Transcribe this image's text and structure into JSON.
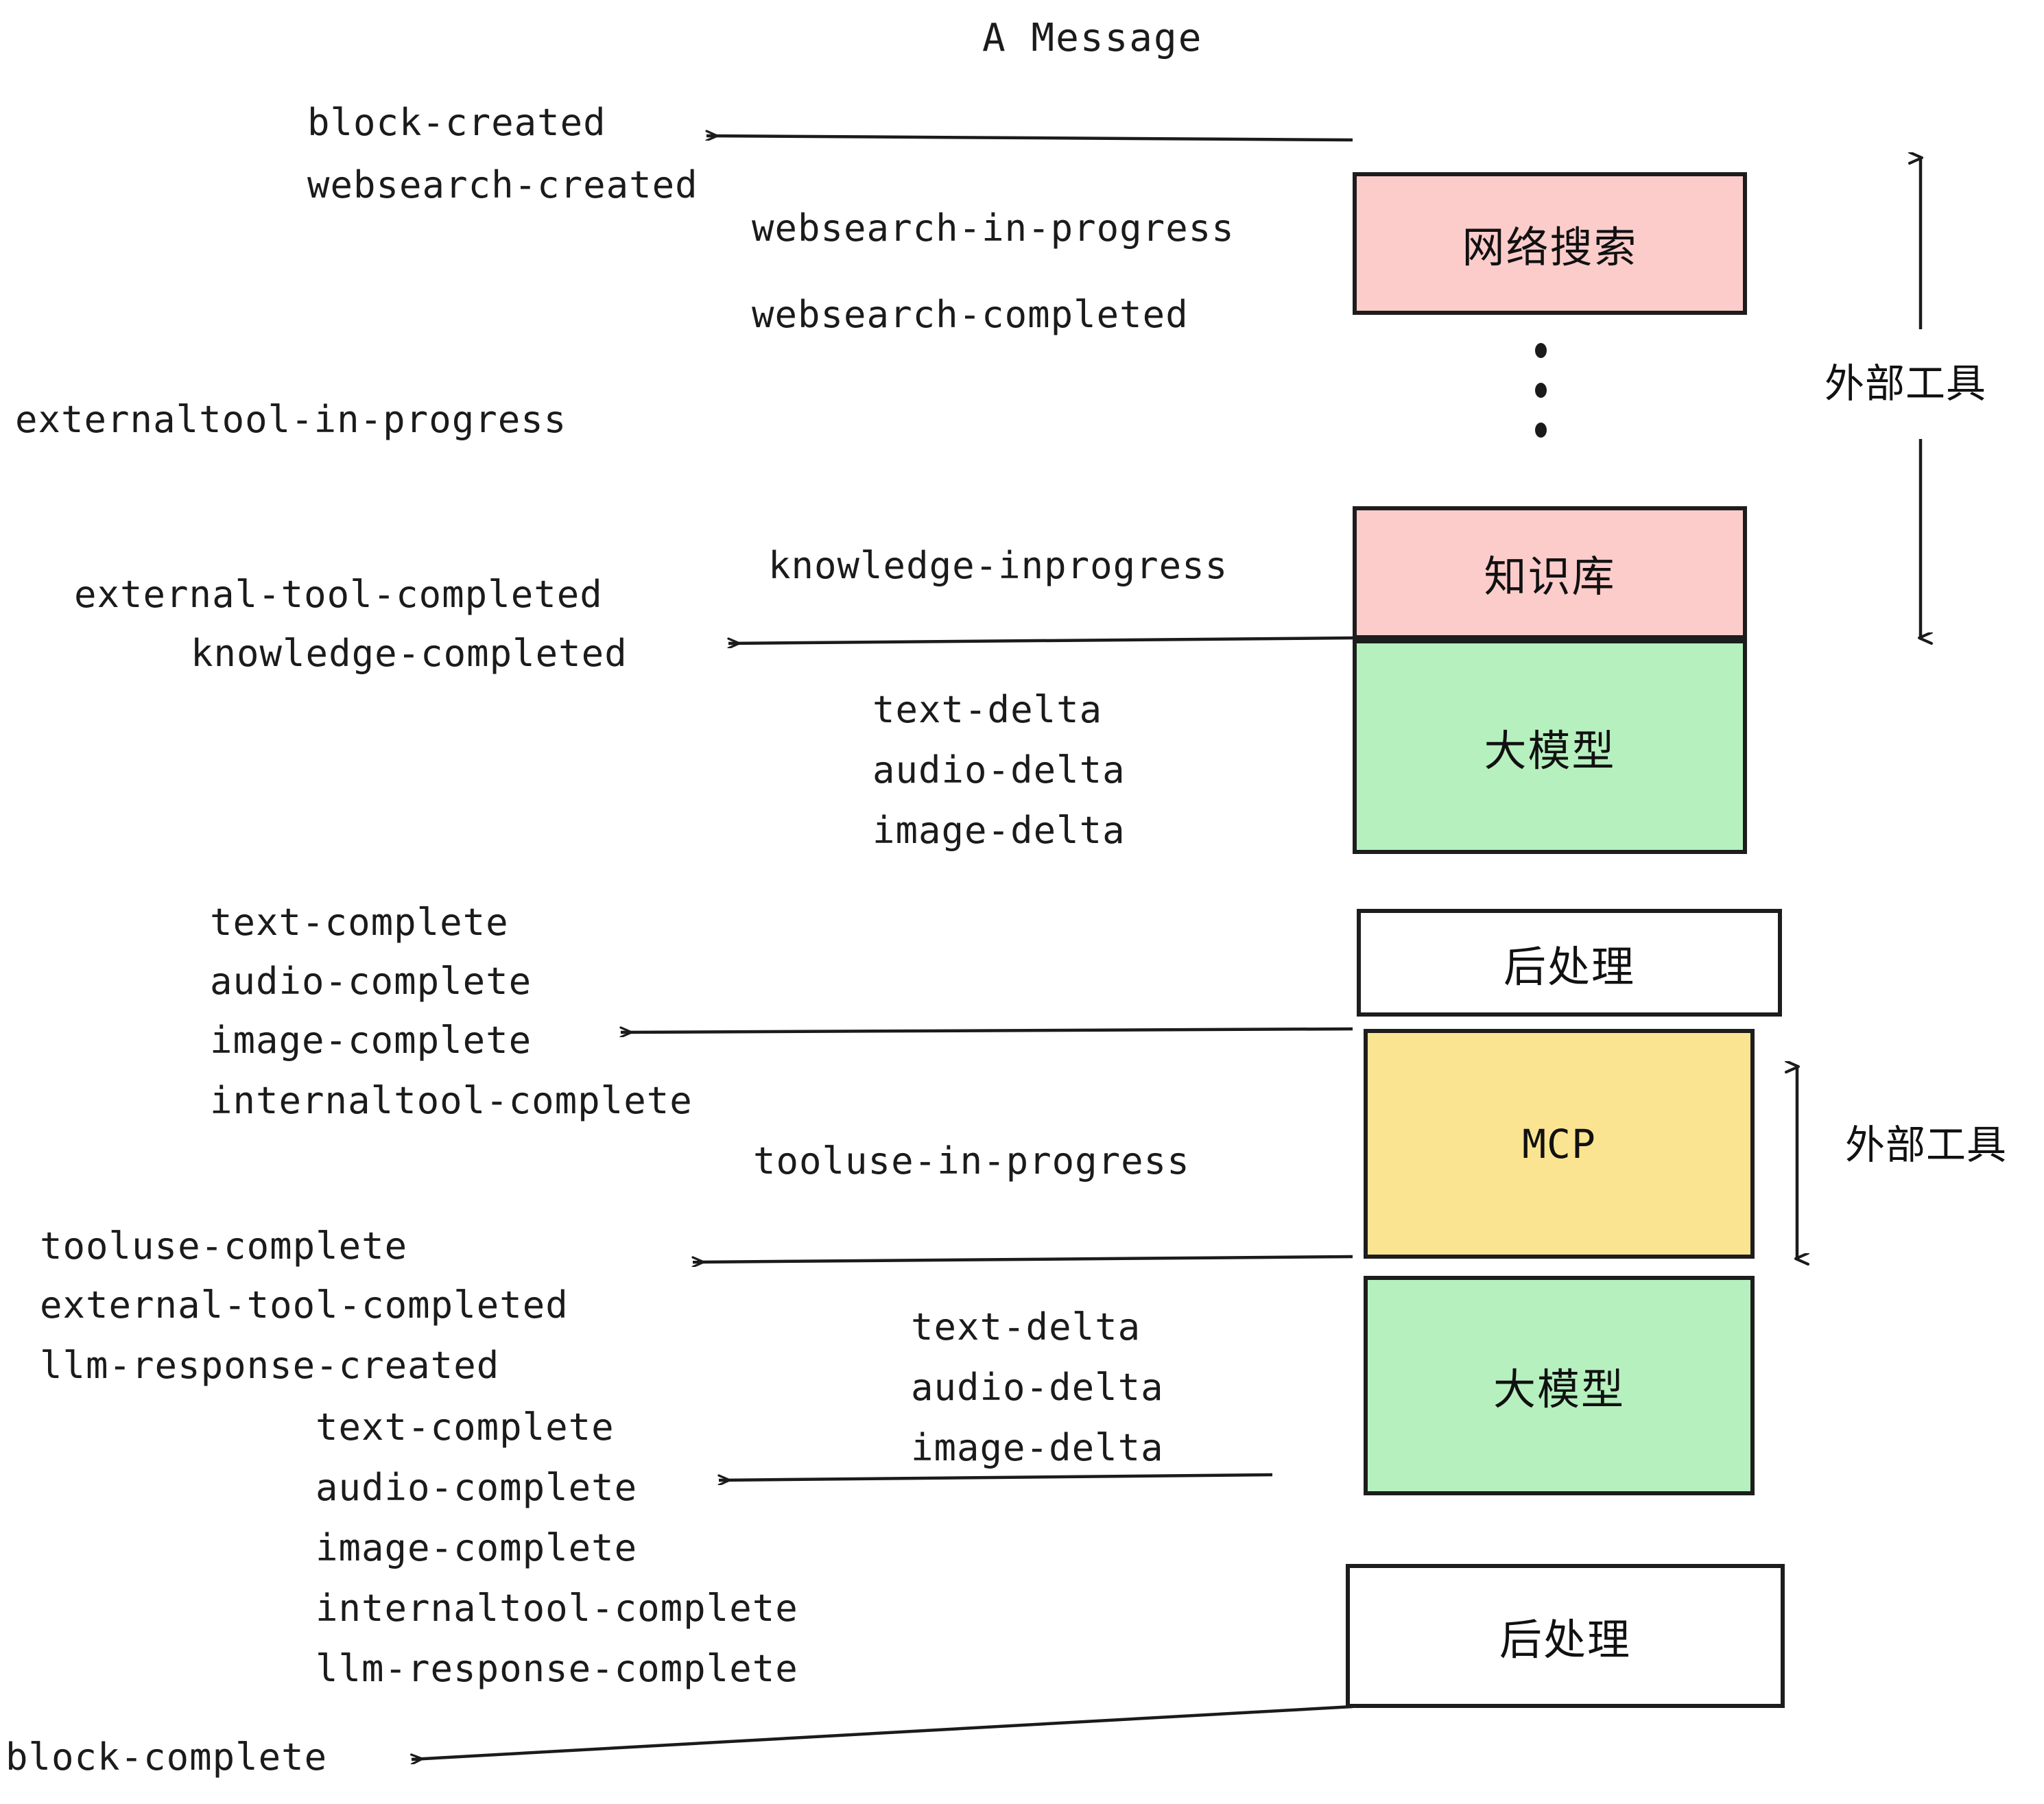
{
  "title": "A Message",
  "colors": {
    "pink": "#fccccb",
    "green": "#b6f0bf",
    "yellow": "#fbe491",
    "white": "#ffffff",
    "stroke": "#1d1d1d",
    "text": "#1b1b1b"
  },
  "boxes": {
    "websearch": "网络搜索",
    "knowledge": "知识库",
    "llm_top": "大模型",
    "postprocess_top": "后处理",
    "mcp": "MCP",
    "llm_bottom": "大模型",
    "postprocess_bottom": "后处理"
  },
  "group_labels": {
    "external_tool_top": "外部工具",
    "external_tool_bottom": "外部工具"
  },
  "events": {
    "block_created": "block-created",
    "websearch_created": "websearch-created",
    "websearch_in_progress": "websearch-in-progress",
    "websearch_completed": "websearch-completed",
    "externaltool_in_progress": "externaltool-in-progress",
    "knowledge_inprogress": "knowledge-inprogress",
    "external_tool_completed_1": "external-tool-completed",
    "knowledge_completed": "knowledge-completed",
    "text_delta_1": "text-delta",
    "audio_delta_1": "audio-delta",
    "image_delta_1": "image-delta",
    "text_complete_1": "text-complete",
    "audio_complete_1": "audio-complete",
    "image_complete_1": "image-complete",
    "internaltool_complete_1": "internaltool-complete",
    "tooluse_in_progress": "tooluse-in-progress",
    "tooluse_complete": "tooluse-complete",
    "external_tool_completed_2": "external-tool-completed",
    "llm_response_created": "llm-response-created",
    "text_delta_2": "text-delta",
    "audio_delta_2": "audio-delta",
    "image_delta_2": "image-delta",
    "text_complete_2": "text-complete",
    "audio_complete_2": "audio-complete",
    "image_complete_2": "image-complete",
    "internaltool_complete_2": "internaltool-complete",
    "llm_response_complete": "llm-response-complete",
    "block_complete": "block-complete"
  }
}
